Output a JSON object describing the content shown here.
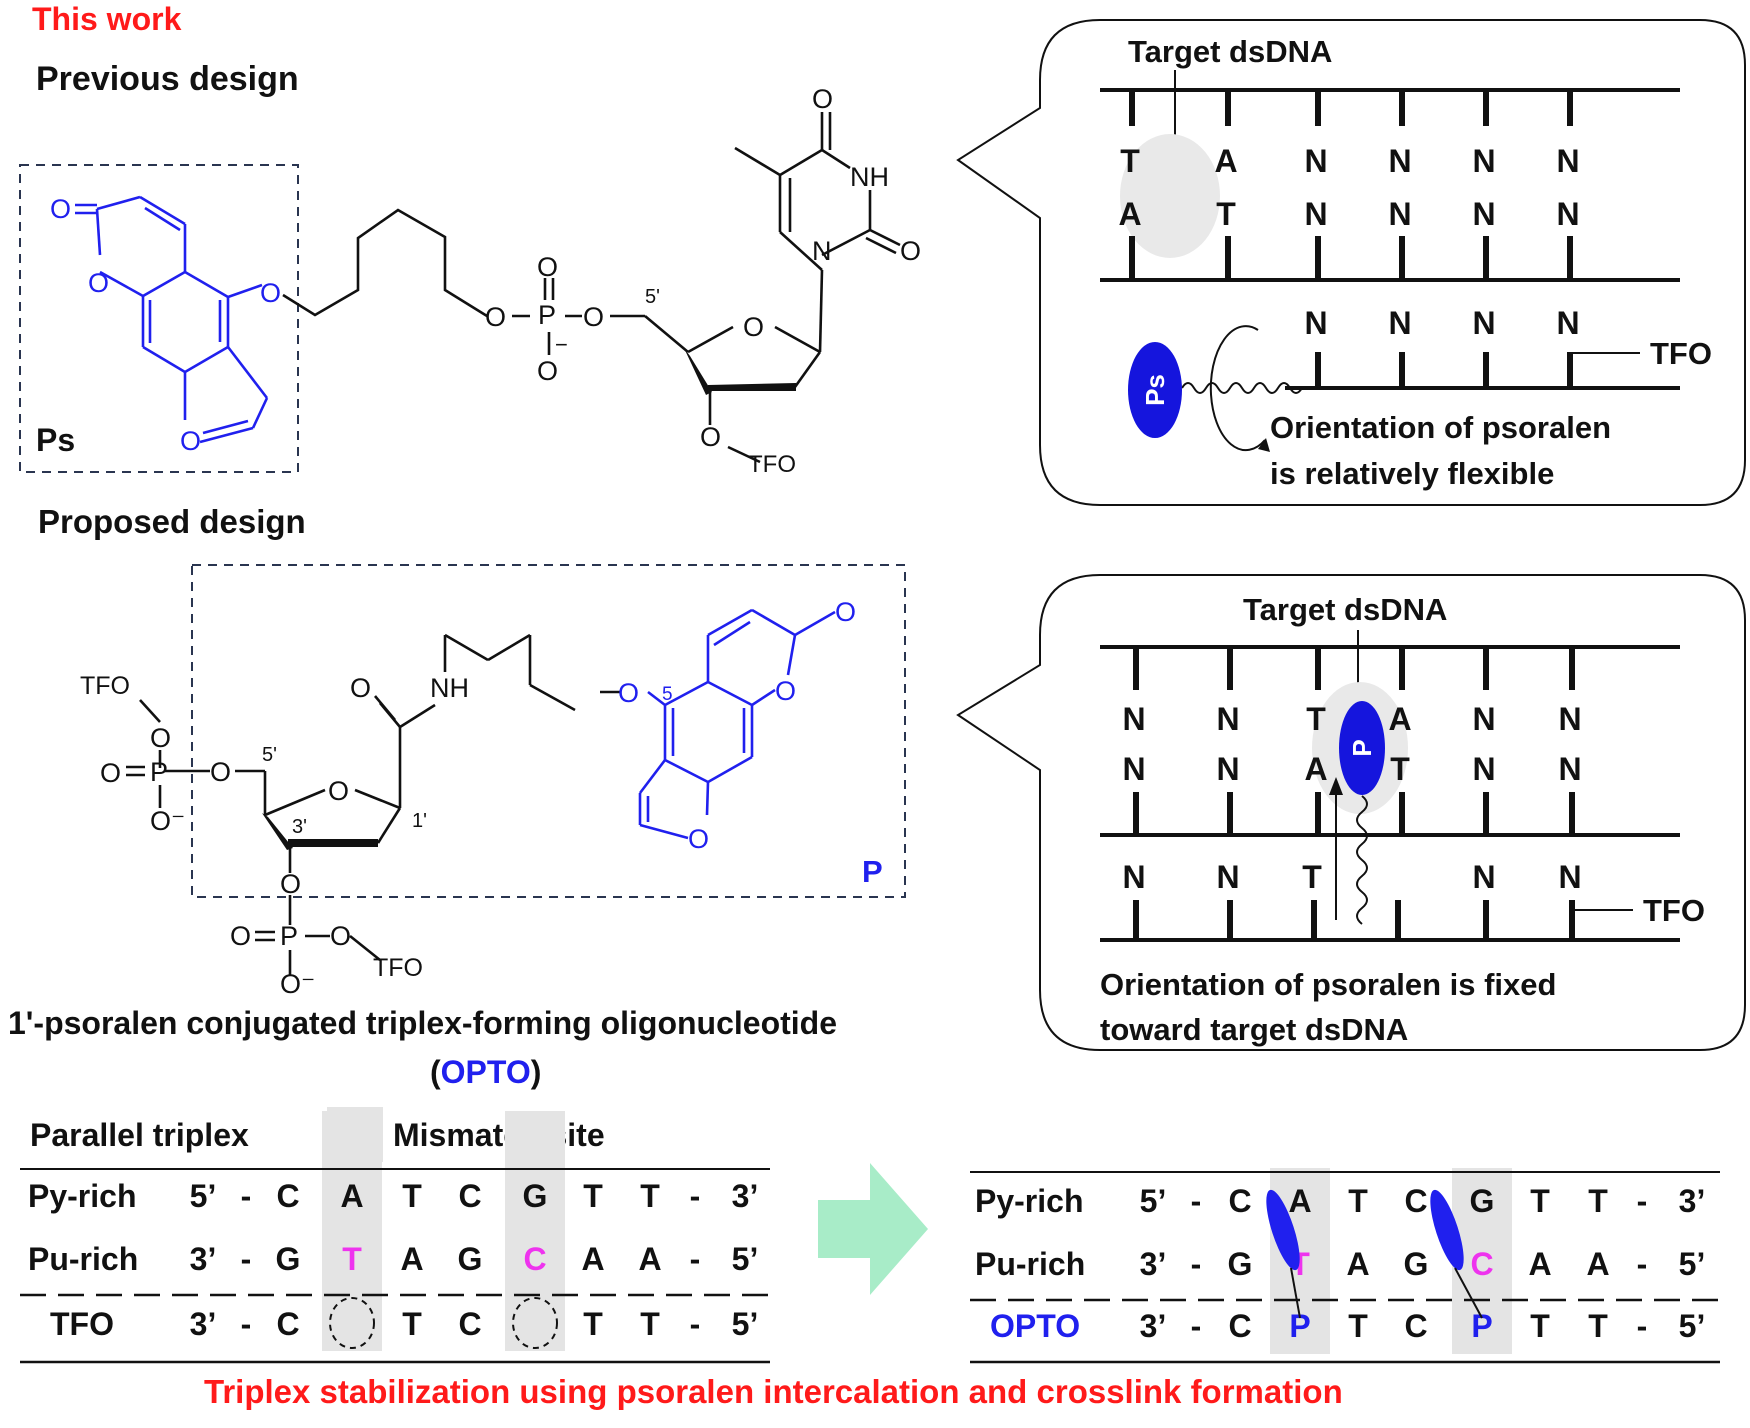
{
  "header": {
    "this_work": "This work",
    "previous_design": "Previous design",
    "proposed_design": "Proposed design"
  },
  "colors": {
    "red": "#ff1a1a",
    "blue": "#2020ee",
    "magenta": "#ee33ee",
    "green_arrow": "#a8ecc8",
    "gray_box": "#e4e4e4",
    "dark": "#111111"
  },
  "structure_previous": {
    "box_label": "Ps",
    "atom_O": "O",
    "atom_NH": "NH",
    "atom_N": "N",
    "atom_P": "P",
    "charge_minus": "−",
    "label_5prime": "5'",
    "label_TFO": "TFO"
  },
  "structure_proposed": {
    "box_label": "P",
    "atom_O": "O",
    "atom_NH": "NH",
    "atom_P": "P",
    "charge_O_minus": "O⁻",
    "label_TFO": "TFO",
    "label_5prime": "5'",
    "label_3prime": "3'",
    "label_1prime": "1'",
    "label_5": "5"
  },
  "panel_previous": {
    "title": "Target dsDNA",
    "strand_top": [
      "T",
      "A",
      "N",
      "N",
      "N",
      "N"
    ],
    "strand_bottom": [
      "A",
      "T",
      "N",
      "N",
      "N",
      "N"
    ],
    "tfo_bases": [
      "N",
      "N",
      "N",
      "N"
    ],
    "tfo_label": "TFO",
    "ps_label": "Ps",
    "caption_line1": "Orientation of psoralen",
    "caption_line2": "is relatively flexible"
  },
  "panel_proposed": {
    "title": "Target dsDNA",
    "strand_top": [
      "N",
      "N",
      "T",
      "A",
      "N",
      "N"
    ],
    "strand_bottom": [
      "N",
      "N",
      "A",
      "T",
      "N",
      "N"
    ],
    "tfo_bases": [
      "N",
      "N",
      "T",
      "N",
      "N"
    ],
    "tfo_label": "TFO",
    "p_label": "P",
    "caption_line1": "Orientation of psoralen is fixed",
    "caption_line2": "toward target dsDNA"
  },
  "title_block": {
    "line1": "1'-psoralen conjugated triplex-forming oligonucleotide",
    "line2_open": "(",
    "line2_highlight": "OPTO",
    "line2_close": ")"
  },
  "triplex_left": {
    "header_left": "Parallel triplex",
    "header_right": "Mismatch site",
    "rows": [
      {
        "label": "Py-rich",
        "seq": [
          "5’",
          "-",
          "C",
          "A",
          "T",
          "C",
          "G",
          "T",
          "T",
          "-",
          "3’"
        ]
      },
      {
        "label": "Pu-rich",
        "seq": [
          "3’",
          "-",
          "G",
          "T",
          "A",
          "G",
          "C",
          "A",
          "A",
          "-",
          "5’"
        ]
      },
      {
        "label": "TFO",
        "seq": [
          "3’",
          "-",
          "C",
          "",
          "T",
          "C",
          "",
          "T",
          "T",
          "-",
          "5’"
        ]
      }
    ]
  },
  "triplex_right": {
    "rows": [
      {
        "label": "Py-rich",
        "seq": [
          "5’",
          "-",
          "C",
          "A",
          "T",
          "C",
          "G",
          "T",
          "T",
          "-",
          "3’"
        ]
      },
      {
        "label": "Pu-rich",
        "seq": [
          "3’",
          "-",
          "G",
          "T",
          "A",
          "G",
          "C",
          "A",
          "A",
          "-",
          "5’"
        ]
      },
      {
        "label": "OPTO",
        "seq": [
          "3’",
          "-",
          "C",
          "P",
          "T",
          "C",
          "P",
          "T",
          "T",
          "-",
          "5’"
        ]
      }
    ]
  },
  "footer": "Triplex stabilization using psoralen intercalation and crosslink formation"
}
